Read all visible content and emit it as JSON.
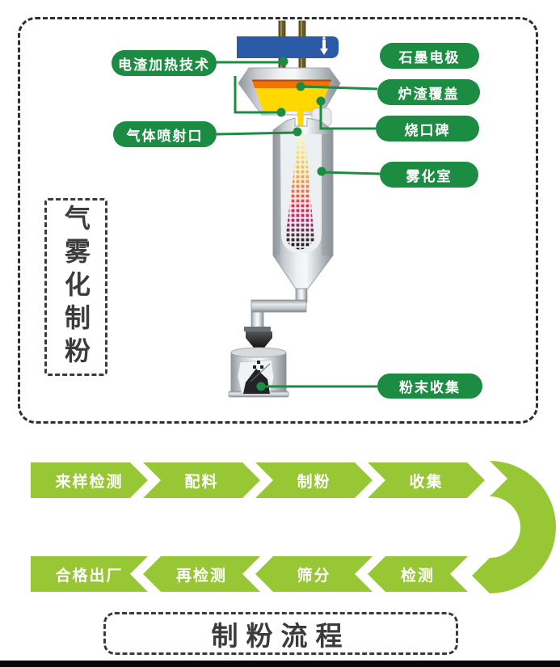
{
  "colors": {
    "label_green": "#1b8c42",
    "arrow_green": "#97c735",
    "holder_blue": "#2b5ba7",
    "melt_yellow": "#ffd800",
    "slag_orange": "#ee7300",
    "title_gray": "#3b3b3b"
  },
  "top_panel": {
    "vertical_title": "气雾化制粉",
    "labels": {
      "electroslag_heating": "电渣加热技术",
      "gas_injection_port": "气体喷射口",
      "graphite_electrode": "石墨电极",
      "slag_cover": "炉渣覆盖",
      "pouring_cup": "烧口碑",
      "atomization_chamber": "雾化室",
      "powder_collection": "粉末收集"
    }
  },
  "flow": {
    "forward_steps": [
      "来样检测",
      "配料",
      "制粉",
      "收集"
    ],
    "return_steps": [
      "合格出厂",
      "再检测",
      "筛分",
      "检测"
    ],
    "title": "制粉流程"
  }
}
